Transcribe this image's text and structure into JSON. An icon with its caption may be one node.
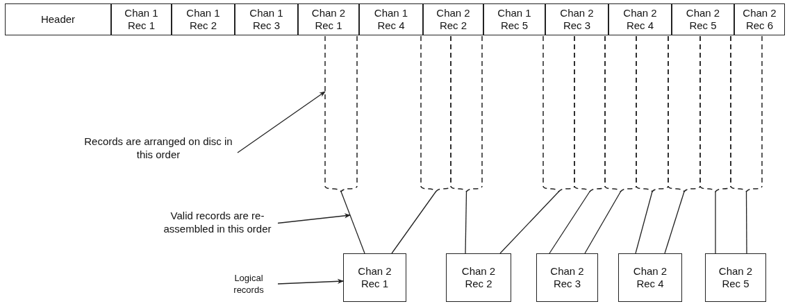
{
  "diagram": {
    "nodes": [
      {
        "text": [
          "Header"
        ]
      },
      {
        "text": [
          "Chan 1 Rec 1"
        ]
      },
      {
        "text": [
          "Chan 1 Rec 2"
        ]
      },
      {
        "text": [
          "Chan 1 Rec 3"
        ]
      },
      {
        "text": [
          "Chan 2 Rec 1"
        ]
      },
      {
        "text": [
          "Chan 1 Rec 4"
        ]
      },
      {
        "text": [
          "Chan 2 Rec 2"
        ]
      },
      {
        "text": [
          "Chan 1 Rec 5"
        ]
      },
      {
        "text": [
          "Chan 2 Rec 3"
        ]
      },
      {
        "text": [
          "Chan 2 Rec 4"
        ]
      },
      {
        "text": [
          "Chan 2 Rec 5"
        ]
      },
      {
        "text": [
          "Chan 2 Rec 6"
        ]
      },
      {
        "text": [
          "Records are arranged on disc in this order"
        ]
      },
      {
        "text": [],
        "shape": "box"
      },
      {
        "text": [],
        "shape": "box"
      },
      {
        "text": [],
        "shape": "box"
      },
      {
        "text": [],
        "shape": "box"
      },
      {
        "text": [],
        "shape": "box"
      },
      {
        "text": [],
        "shape": "box"
      },
      {
        "text": [],
        "shape": "box"
      },
      {
        "text": [],
        "shape": "box"
      },
      {
        "text": [],
        "shape": "box"
      },
      {
        "text": [],
        "shape": "box"
      },
      {
        "text": [
          "Valid records are re-assembled in this order"
        ]
      },
      {
        "text": [
          "Logical records"
        ]
      },
      {
        "text": [
          "Chan 2 Rec 1"
        ]
      },
      {
        "text": [
          "Chan 2 Rec 2"
        ]
      },
      {
        "text": [
          "Chan 2 Rec 3"
        ]
      },
      {
        "text": [
          "Chan 2 Rec 4"
        ]
      },
      {
        "text": [
          "Chan 2 Rec 5"
        ]
      }
    ],
    "edges": [
      {
        "from": 12,
        "to": 13,
        "arrow": "to"
      },
      {
        "from": 23,
        "to": null,
        "arrow": "to"
      },
      {
        "from": 24,
        "to": 25,
        "arrow": "to"
      },
      {
        "from": 13,
        "to": 25,
        "arrow": "none"
      },
      {
        "from": 14,
        "to": 25,
        "arrow": "none"
      },
      {
        "from": 15,
        "to": 26,
        "arrow": "none"
      },
      {
        "from": 16,
        "to": 26,
        "arrow": "none"
      },
      {
        "from": 17,
        "to": 27,
        "arrow": "none"
      },
      {
        "from": 18,
        "to": 27,
        "arrow": "none"
      },
      {
        "from": 19,
        "to": 28,
        "arrow": "none"
      },
      {
        "from": 20,
        "to": 28,
        "arrow": "none"
      },
      {
        "from": 21,
        "to": 29,
        "arrow": "none"
      },
      {
        "from": 22,
        "to": 29,
        "arrow": "none"
      }
    ]
  }
}
